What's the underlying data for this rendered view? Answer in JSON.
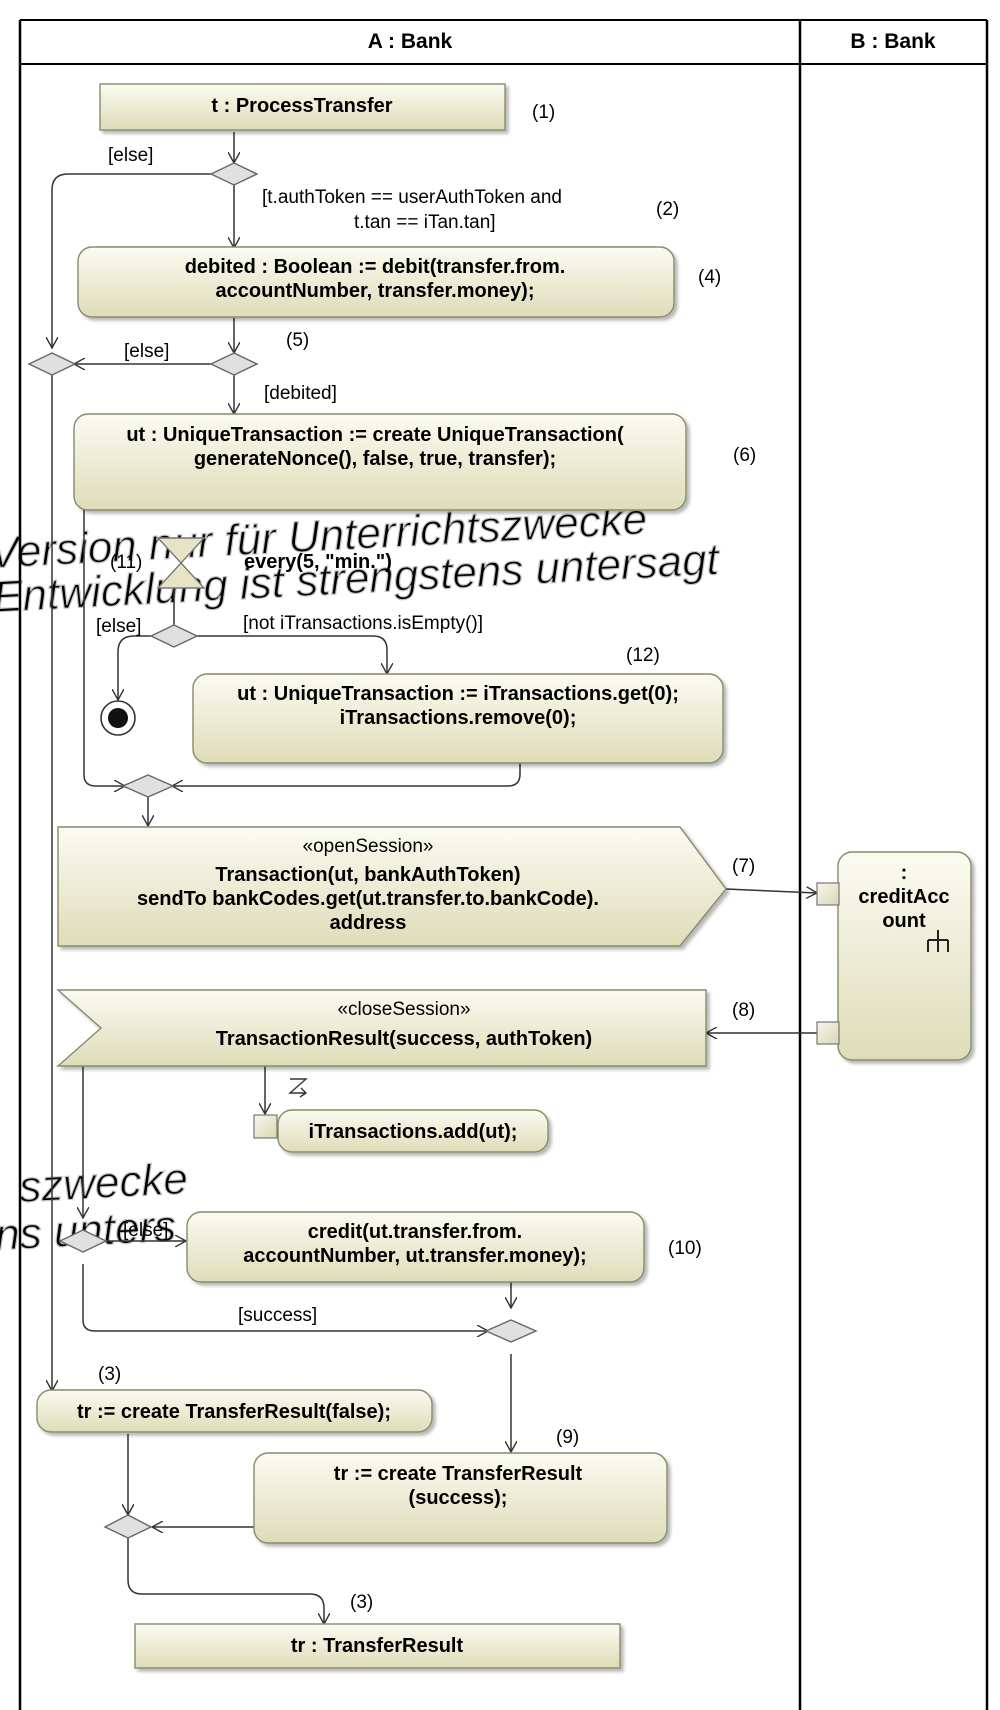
{
  "lanes": {
    "a": "A : Bank",
    "b": "B : Bank"
  },
  "nodes": {
    "process_transfer": "t : ProcessTransfer",
    "debit": [
      "debited : Boolean := debit(transfer.from.",
      "accountNumber, transfer.money);"
    ],
    "create_ut": [
      "ut : UniqueTransaction := create UniqueTransaction(",
      "generateNonce(), false, true, transfer);"
    ],
    "timer": "every(5, \"min.\")",
    "get_ut": [
      "ut : UniqueTransaction := iTransactions.get(0);",
      "iTransactions.remove(0);"
    ],
    "send_signal": [
      "«openSession»",
      "Transaction(ut, bankAuthToken)",
      "sendTo bankCodes.get(ut.transfer.to.bankCode).",
      "address"
    ],
    "credit_account": [
      ":",
      "creditAcc",
      "ount"
    ],
    "accept_signal": [
      "«closeSession»",
      "TransactionResult(success, authToken)"
    ],
    "add_ut": "iTransactions.add(ut);",
    "credit": [
      "credit(ut.transfer.from.",
      "accountNumber, ut.transfer.money);"
    ],
    "tr_false": "tr := create TransferResult(false);",
    "tr_success": [
      "tr := create TransferResult",
      "(success);"
    ],
    "tr_result": "tr : TransferResult"
  },
  "guards": {
    "else_1": "[else]",
    "auth": [
      "[t.authToken == userAuthToken and",
      "t.tan == iTan.tan]"
    ],
    "else_2": "[else]",
    "debited": "[debited]",
    "else_3": "[else]",
    "not_empty": "[not iTransactions.isEmpty()]",
    "else_4": "[else]",
    "success": "[success]"
  },
  "step_numbers": {
    "n1": "(1)",
    "n2": "(2)",
    "n4": "(4)",
    "n5": "(5)",
    "n6": "(6)",
    "n11": "(11)",
    "n12": "(12)",
    "n7": "(7)",
    "n8": "(8)",
    "n10": "(10)",
    "n3a": "(3)",
    "n9": "(9)",
    "n3b": "(3)"
  },
  "watermark": {
    "line1": "Version nur für Unterrichtszwecke",
    "line2": "Entwicklung ist strengstens untersagt",
    "line3": "szwecke",
    "line4": "ns unters"
  },
  "colors": {
    "node_fill_light": "#fbfbf2",
    "node_fill_dark": "#dedcb8",
    "node_stroke": "#8a8a6a",
    "decision_fill": "#e0e0e0",
    "watermark": "#c4c4c4"
  }
}
